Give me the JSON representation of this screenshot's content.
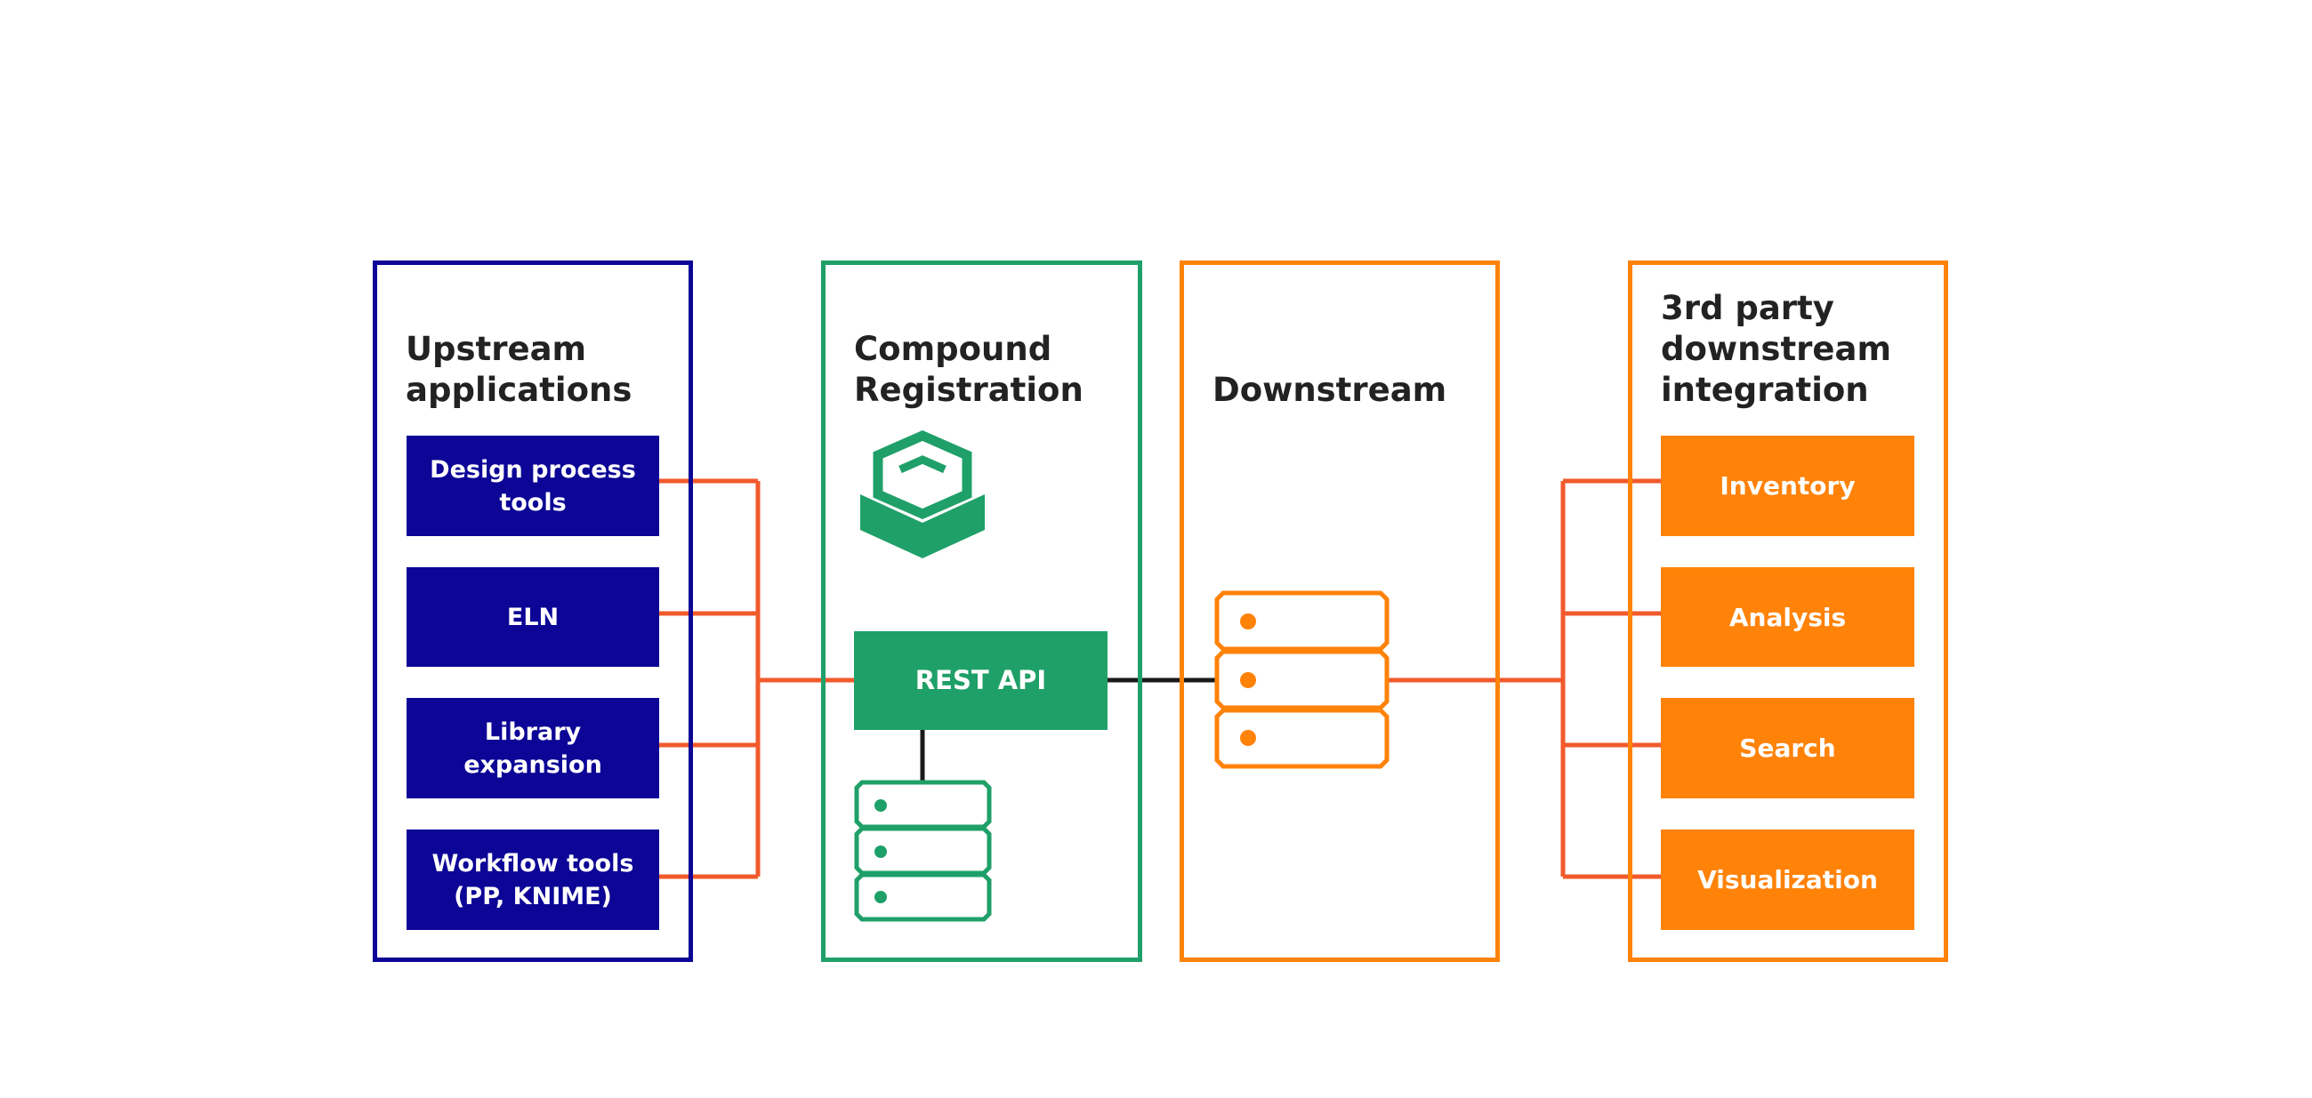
{
  "panels": {
    "upstream": {
      "title": "Upstream\napplications",
      "color": "#0c0596"
    },
    "compound": {
      "title": "Compound\nRegistration",
      "color": "#1fa068"
    },
    "downstream": {
      "title": "Downstream",
      "color": "#ff8209"
    },
    "third_party": {
      "title": "3rd party\ndownstream\nintegration",
      "color": "#ff8209"
    }
  },
  "upstream_items": [
    "Design process\ntools",
    "ELN",
    "Library expansion",
    "Workflow tools\n(PP, KNIME)"
  ],
  "rest_api_label": "REST API",
  "third_party_items": [
    "Inventory",
    "Analysis",
    "Search",
    "Visualization"
  ],
  "icons": {
    "compound_logo": "cube-logo-icon",
    "compound_database": "database-server-icon",
    "downstream_database": "database-server-icon"
  },
  "colors": {
    "navy": "#0c0596",
    "green": "#1fa068",
    "orange": "#ff8209",
    "connector_red": "#f15a2c",
    "connector_black": "#1a1a1a"
  }
}
